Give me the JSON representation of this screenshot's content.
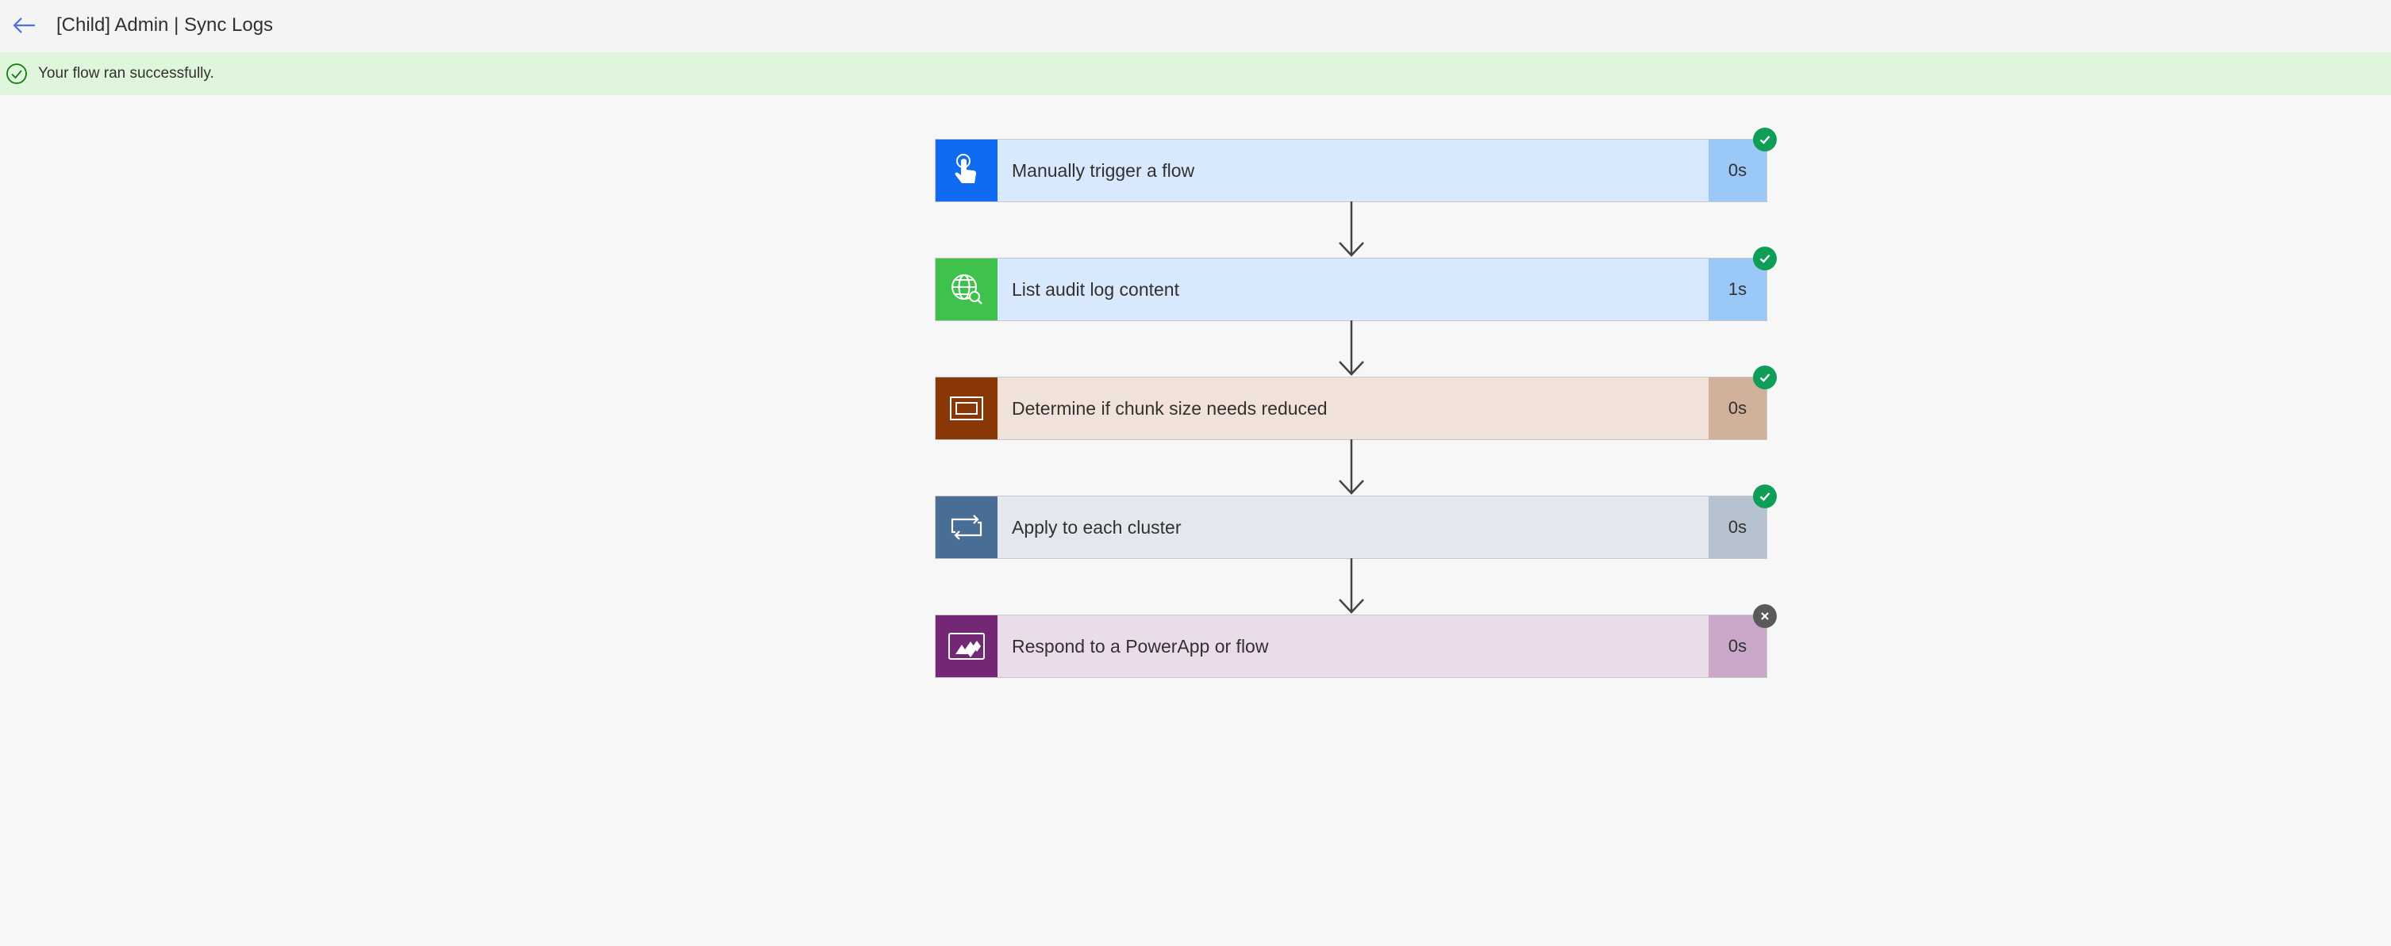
{
  "header": {
    "title": "[Child] Admin | Sync Logs",
    "back_icon": "back-arrow-icon"
  },
  "banner": {
    "text": "Your flow ran successfully.",
    "icon": "check-circle-icon",
    "color": "#dff6dd"
  },
  "steps": [
    {
      "label": "Manually trigger a flow",
      "duration": "0s",
      "status": "succeeded",
      "icon": "touch-trigger-icon",
      "icon_bg": "#0f6cf2",
      "card_bg": "#d8e9fd",
      "duration_bg": "#9bc9f7"
    },
    {
      "label": "List audit log content",
      "duration": "1s",
      "status": "succeeded",
      "icon": "globe-search-icon",
      "icon_bg": "#3fc24b",
      "card_bg": "#d8e9fd",
      "duration_bg": "#9bc9f7"
    },
    {
      "label": "Determine if chunk size needs reduced",
      "duration": "0s",
      "status": "succeeded",
      "icon": "scope-icon",
      "icon_bg": "#8a3707",
      "card_bg": "#f0e1d9",
      "duration_bg": "#d1b09c"
    },
    {
      "label": "Apply to each cluster",
      "duration": "0s",
      "status": "succeeded",
      "icon": "loop-icon",
      "icon_bg": "#496e96",
      "card_bg": "#e4e8ee",
      "duration_bg": "#b7c2d1"
    },
    {
      "label": "Respond to a PowerApp or flow",
      "duration": "0s",
      "status": "skipped",
      "icon": "powerapps-icon",
      "icon_bg": "#742774",
      "card_bg": "#ebdcea",
      "duration_bg": "#caa8c9"
    }
  ],
  "status_colors": {
    "succeeded": "#0f9d58",
    "skipped": "#5a5a5a"
  }
}
